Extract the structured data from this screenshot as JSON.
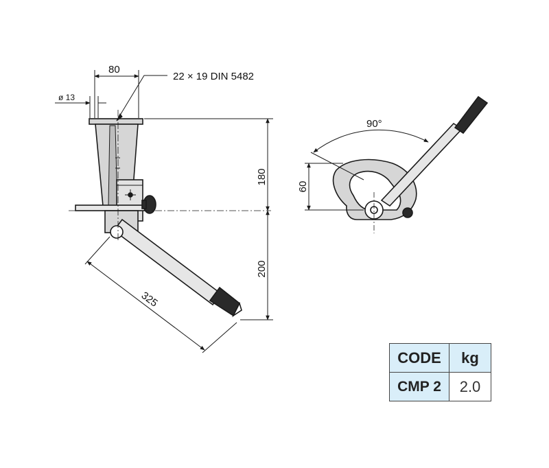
{
  "dimensions": {
    "width_top": "80",
    "spline": "22 × 19 DIN 5482",
    "diameter": "ø 13",
    "height_upper": "180",
    "height_lower": "200",
    "lever_length": "325",
    "swing_angle": "90°",
    "offset": "60"
  },
  "spec_table": {
    "headers": [
      "CODE",
      "kg"
    ],
    "rows": [
      {
        "code": "CMP 2",
        "kg": "2.0"
      }
    ]
  },
  "colors": {
    "line": "#1a1a1a",
    "metal": "#d6d6d6",
    "grip": "#2a2a2a",
    "table_header_bg": "#d9eef9"
  }
}
